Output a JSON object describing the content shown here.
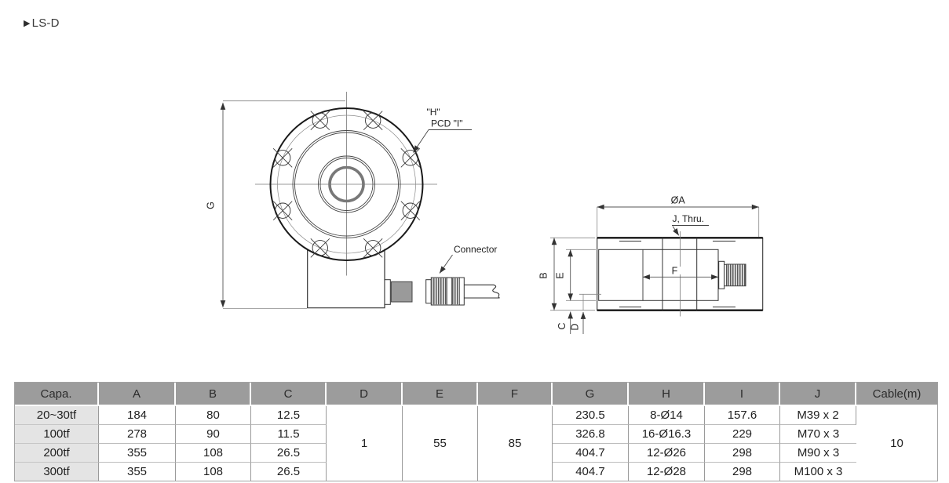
{
  "page": {
    "title_marker": "▶",
    "title": "LS-D"
  },
  "drawings": {
    "front_view": {
      "dim_g_label": "G",
      "hole_label_line1": "\"H\"",
      "hole_label_line2": "PCD \"I\"",
      "connector_label": "Connector"
    },
    "side_view": {
      "dim_a_label": "ØA",
      "thru_label": "J, Thru.",
      "dim_b_label": "B",
      "dim_e_label": "E",
      "dim_c_label": "C",
      "dim_d_label": "D",
      "dim_f_label": "F"
    }
  },
  "table": {
    "headers": [
      "Capa.",
      "A",
      "B",
      "C",
      "D",
      "E",
      "F",
      "G",
      "H",
      "I",
      "J",
      "Cable(m)"
    ],
    "merged": {
      "d": "1",
      "e": "55",
      "f": "85",
      "cable": "10"
    },
    "rows": [
      {
        "capa": "20~30tf",
        "a": "184",
        "b": "80",
        "c": "12.5",
        "g": "230.5",
        "h": "8-Ø14",
        "i": "157.6",
        "j": "M39 x 2"
      },
      {
        "capa": "100tf",
        "a": "278",
        "b": "90",
        "c": "11.5",
        "g": "326.8",
        "h": "16-Ø16.3",
        "i": "229",
        "j": "M70 x 3"
      },
      {
        "capa": "200tf",
        "a": "355",
        "b": "108",
        "c": "26.5",
        "g": "404.7",
        "h": "12-Ø26",
        "i": "298",
        "j": "M90 x 3"
      },
      {
        "capa": "300tf",
        "a": "355",
        "b": "108",
        "c": "26.5",
        "g": "404.7",
        "h": "12-Ø28",
        "i": "298",
        "j": "M100 x 3"
      }
    ]
  },
  "colors": {
    "header_bg": "#9c9c9c",
    "row_label_bg": "#e4e4e4",
    "line": "#333333",
    "barrel_gray": "#9a9a9a"
  }
}
